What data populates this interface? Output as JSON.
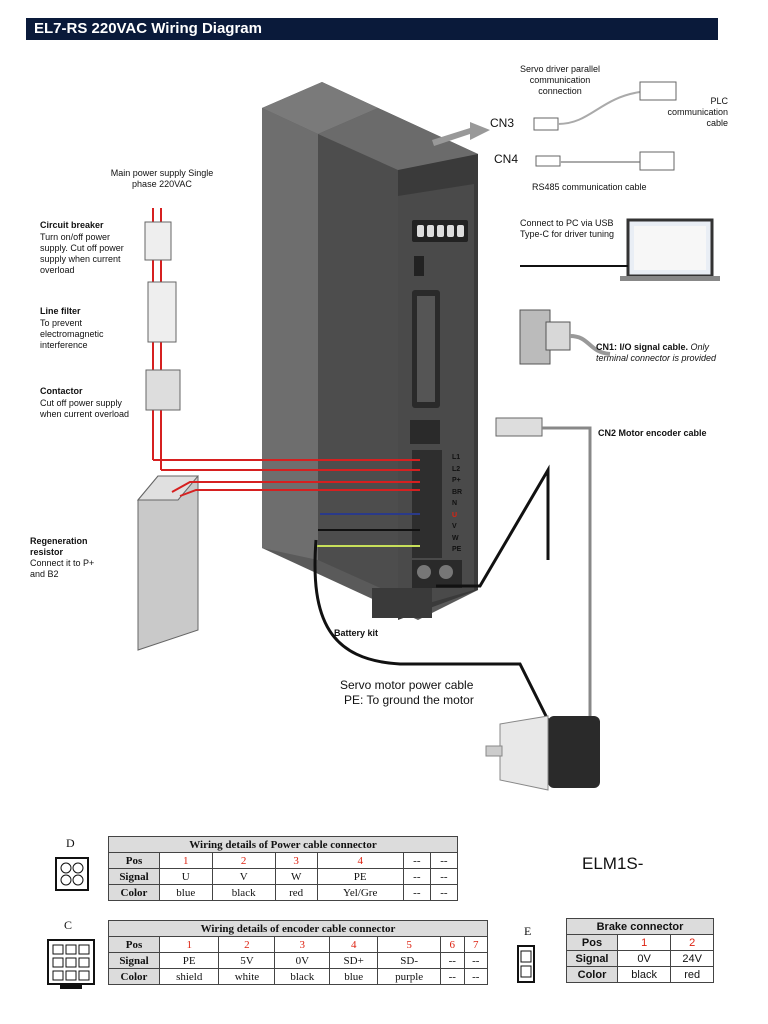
{
  "title": "EL7-RS 220VAC Wiring Diagram",
  "labels": {
    "cn3_desc": "Servo driver parallel communication connection",
    "cn3": "CN3",
    "plc_cable": "PLC communication cable",
    "cn4": "CN4",
    "rs485": "RS485 communication cable",
    "main_power": "Main power supply Single phase 220VAC",
    "usb": "Connect to PC via USB Type-C for driver tuning",
    "cb_title": "Circuit breaker",
    "cb_desc": "Turn on/off power supply. Cut off power supply when current overload",
    "lf_title": "Line filter",
    "lf_desc": "To prevent electromagnetic interference",
    "ct_title": "Contactor",
    "ct_desc": "Cut off power supply when current overload",
    "cn1_bold": "CN1: I/O signal cable.",
    "cn1_italic": "Only terminal connector is provided",
    "cn2": "CN2 Motor encoder cable",
    "regen_title": "Regeneration resistor",
    "regen_desc": "Connect it to P+ and B2",
    "battery": "Battery kit",
    "motor_power": "Servo motor power cable",
    "motor_pe": "PE: To ground the motor",
    "model": "ELM1S-",
    "terminals": [
      "L1",
      "L2",
      "P+",
      "BR",
      "N",
      "U",
      "V",
      "W",
      "PE"
    ],
    "conn_d": "D",
    "conn_c": "C",
    "conn_e": "E"
  },
  "power_table": {
    "title": "Wiring details of Power cable connector",
    "header": [
      "Pos",
      "1",
      "2",
      "3",
      "4",
      "--",
      "--"
    ],
    "signal": [
      "Signal",
      "U",
      "V",
      "W",
      "PE",
      "--",
      "--"
    ],
    "color": [
      "Color",
      "blue",
      "black",
      "red",
      "Yel/Gre",
      "--",
      "--"
    ]
  },
  "encoder_table": {
    "title": "Wiring details of encoder cable connector",
    "header": [
      "Pos",
      "1",
      "2",
      "3",
      "4",
      "5",
      "6",
      "7"
    ],
    "signal": [
      "Signal",
      "PE",
      "5V",
      "0V",
      "SD+",
      "SD-",
      "--",
      "--"
    ],
    "color": [
      "Color",
      "shield",
      "white",
      "black",
      "blue",
      "purple",
      "--",
      "--"
    ]
  },
  "brake_table": {
    "title": "Brake connector",
    "header": [
      "Pos",
      "1",
      "2"
    ],
    "signal": [
      "Signal",
      "0V",
      "24V"
    ],
    "color": [
      "Color",
      "black",
      "red"
    ]
  },
  "colors": {
    "header_bg": "#0a1a3a",
    "wire_red": "#d62020",
    "wire_black": "#111111",
    "table_head": "#dcdcdc"
  }
}
